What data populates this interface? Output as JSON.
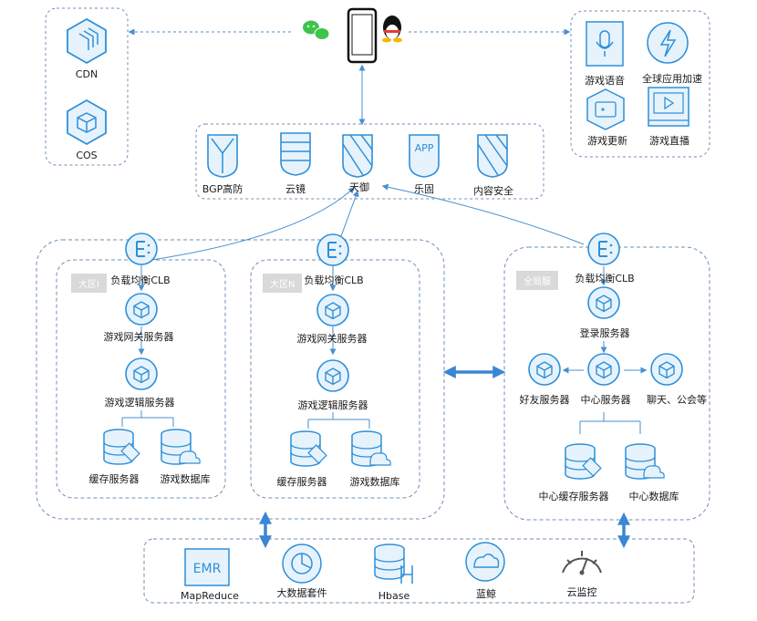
{
  "top_left_group": {
    "cdn": "CDN",
    "cos": "COS"
  },
  "top_right_group": {
    "voice": "游戏语音",
    "accel": "全球应用加速",
    "update": "游戏更新",
    "live": "游戏直播"
  },
  "security": {
    "bgp": "BGP高防",
    "mirror": "云镜",
    "tianyu": "天御",
    "legu": "乐固",
    "content": "内容安全",
    "app_text": "APP"
  },
  "region1": {
    "tag": "大区I",
    "clb": "负载均衡CLB",
    "gateway": "游戏网关服务器",
    "logic": "游戏逻辑服务器",
    "cache": "缓存服务器",
    "db": "游戏数据库"
  },
  "regionN": {
    "tag": "大区N",
    "clb": "负载均衡CLB",
    "gateway": "游戏网关服务器",
    "logic": "游戏逻辑服务器",
    "cache": "缓存服务器",
    "db": "游戏数据库"
  },
  "global": {
    "tag": "全局服",
    "clb": "负载均衡CLB",
    "login": "登录服务器",
    "friend": "好友服务器",
    "center": "中心服务器",
    "chat": "聊天、公会等",
    "center_cache": "中心缓存服务器",
    "center_db": "中心数据库"
  },
  "bottom": {
    "emr_text": "EMR",
    "mapreduce": "MapReduce",
    "bigdata": "大数据套件",
    "hbase": "Hbase",
    "lanjing": "蓝鲸",
    "monitor": "云监控"
  },
  "colors": {
    "accent": "#2f8fd8",
    "light": "#dff0fb",
    "border": "#6f8fb5"
  }
}
